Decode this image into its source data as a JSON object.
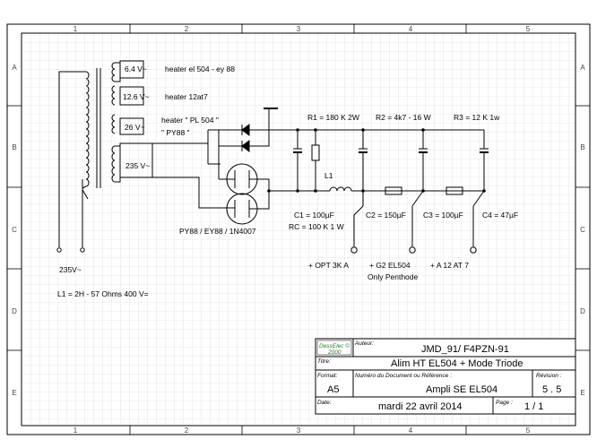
{
  "ruler": {
    "columns": [
      "1",
      "2",
      "3",
      "4",
      "5"
    ],
    "rows": [
      "A",
      "B",
      "C",
      "D",
      "E"
    ]
  },
  "transformer": {
    "windings": [
      "6.4 V~",
      "12.6 V~",
      "26 V~",
      "235 V~"
    ],
    "heater_labels": [
      "heater el 504 - ey 88",
      "heater 12at7",
      "heater \" PL 504 \"",
      "\" PY88 \""
    ]
  },
  "resistors": {
    "r1": "R1 = 180 K 2W",
    "r2": "R2 = 4k7 - 16 W",
    "r3": "R3 = 12 K 1w"
  },
  "inductor": "L1",
  "capacitors": {
    "c1": "C1 = 100µF",
    "rc": "RC = 100 K 1 W",
    "c2": "C2 = 150µF",
    "c3": "C3 = 100µF",
    "c4": "C4 = 47µF"
  },
  "rectifier": "PY88 / EY88 / 1N4007",
  "mains": "235V~",
  "choke_note": "L1 = 2H - 57 Ohms 400 V=",
  "outputs": {
    "opt": "+ OPT 3K A",
    "g2": "+ G2 EL504",
    "g2_note": "Only Penthode",
    "at7": "+ A 12 AT 7"
  },
  "title_block": {
    "logo_line1": "DessElec ©",
    "logo_line2": "2000",
    "author_label": "Auteur:",
    "author": "JMD_91/ F4PZN-91",
    "title_label": "Titre:",
    "title": "Alim HT EL504 + Mode Triode",
    "format_label": "Format:",
    "format": "A5",
    "docnum_label": "Numéro du Document ou Référence :",
    "docnum": "Ampli SE EL504",
    "revision_label": "Révision :",
    "revision": "5 . 5",
    "date_label": "Date:",
    "date": "mardi 22 avril 2014",
    "page_label": "Page :",
    "page": "1 / 1"
  }
}
